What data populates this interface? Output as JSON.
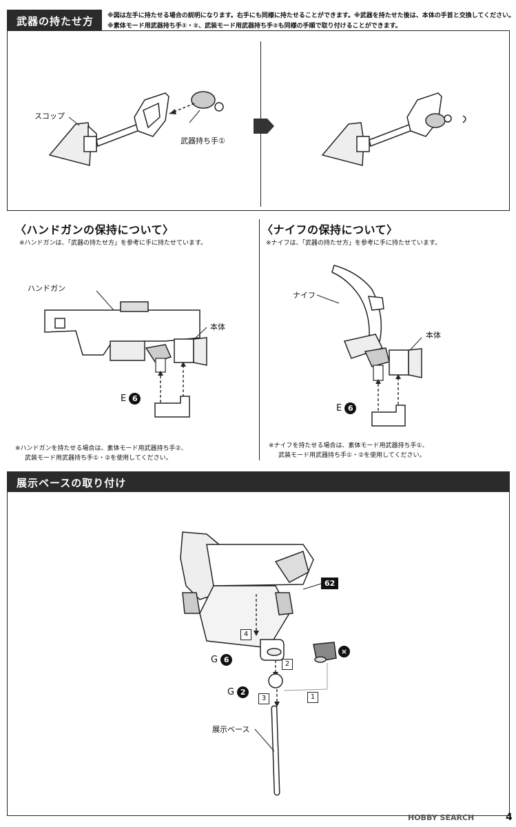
{
  "sec1": {
    "title": "武器の持たせ方",
    "note1": "※図は左手に持たせる場合の説明になります。右手にも同様に持たせることができます。※武器を持たせた後は、本体の手首と交換してください。",
    "note2": "※素体モード用武器持ち手①・②、武装モード用武器持ち手②も同様の手順で取り付けることができます。",
    "label_shovel": "スコップ",
    "label_hand": "武器持ち手①"
  },
  "handgun": {
    "heading": "〈ハンドガンの保持について〉",
    "note": "※ハンドガンは、「武器の持たせ方」を参考に手に持たせています。",
    "label_gun": "ハンドガン",
    "label_body": "本体",
    "part_letter": "E",
    "part_num": "6",
    "foot1": "※ハンドガンを持たせる場合は、素体モード用武器持ち手②、",
    "foot2": "武装モード用武器持ち手①・②を使用してください。"
  },
  "knife": {
    "heading": "〈ナイフの保持について〉",
    "note": "※ナイフは、「武器の持たせ方」を参考に手に持たせています。",
    "label_knife": "ナイフ",
    "label_body": "本体",
    "part_letter": "E",
    "part_num": "6",
    "foot1": "※ナイフを持たせる場合は、素体モード用武器持ち手①、",
    "foot2": "武装モード用武器持ち手①・②を使用してください。"
  },
  "sec2": {
    "title": "展示ベースの取り付け",
    "badge62": "62",
    "step4": "4",
    "step2": "2",
    "step3": "3",
    "step1": "1",
    "g6_letter": "G",
    "g6_num": "6",
    "g2_letter": "G",
    "g2_num": "2",
    "x_mark": "×",
    "label_base": "展示ベース"
  },
  "footer": {
    "page": "4"
  },
  "watermark": "HOBBY SEARCH"
}
